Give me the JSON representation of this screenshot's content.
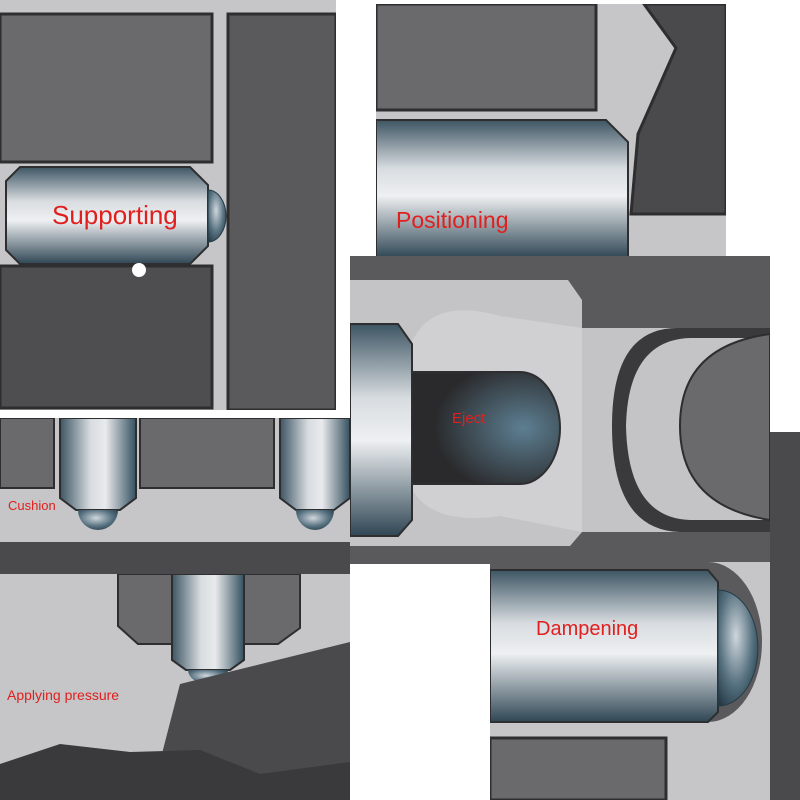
{
  "labels": {
    "supporting": "Supporting",
    "positioning": "Positioning",
    "eject": "Eject",
    "cushion": "Cushion",
    "applying_pressure": "Applying pressure",
    "dampening": "Dampening"
  },
  "colors": {
    "label_red": "#e0201e",
    "dark_gray": "#4a4a4c",
    "mid_gray": "#6a6a6c",
    "light_gray": "#c9c9cb",
    "steel_blue": "#3a5566"
  }
}
